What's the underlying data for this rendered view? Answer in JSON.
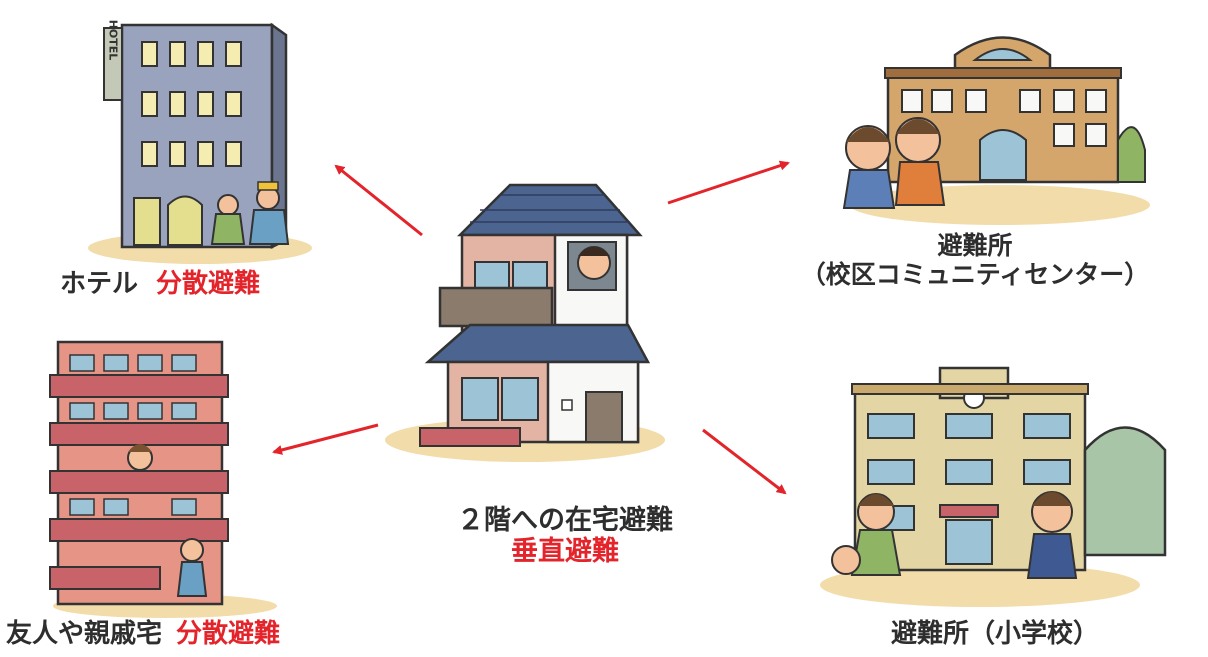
{
  "colors": {
    "accent": "#e3242b",
    "text": "#2e2e2e",
    "arrow": "#e3242b"
  },
  "center": {
    "line1": "２階への在宅避難",
    "line2": "垂直避難",
    "icon": "house-icon"
  },
  "hotel": {
    "name": "ホテル",
    "tag": "分散避難",
    "sign": "HOTEL",
    "icon": "hotel-building-icon"
  },
  "friends": {
    "name": "友人や親戚宅",
    "tag": "分散避難",
    "icon": "apartment-building-icon"
  },
  "community": {
    "line1": "避難所",
    "line2": "（校区コミュニティセンター）",
    "icon": "community-center-icon"
  },
  "school": {
    "name": "避難所（小学校）",
    "icon": "school-building-icon"
  }
}
